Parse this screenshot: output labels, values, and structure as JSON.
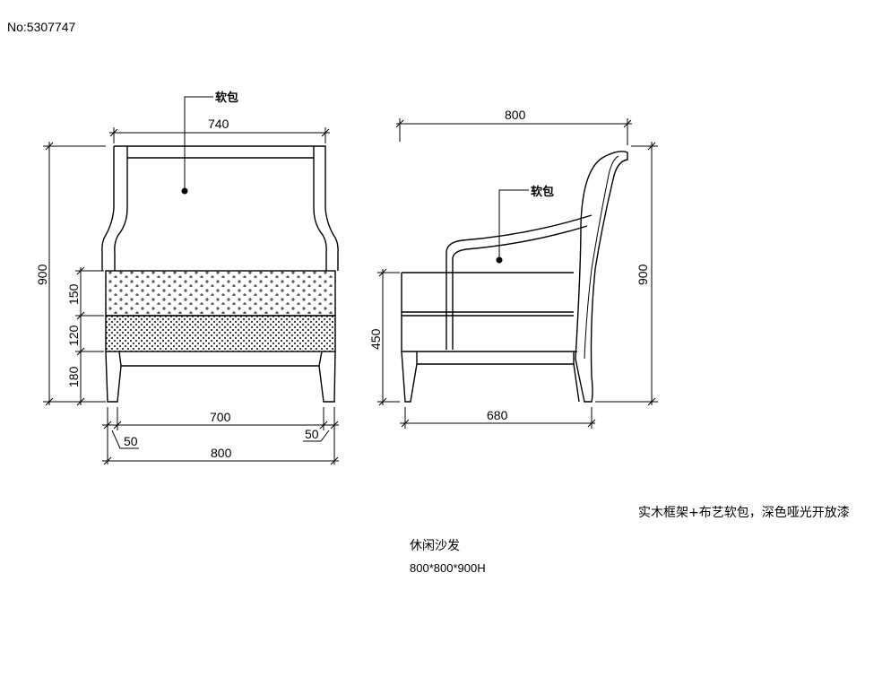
{
  "header": {
    "drawing_id": "No:5307747"
  },
  "front_view": {
    "label": "软包",
    "dims": {
      "top_width": "740",
      "overall_height": "900",
      "cushion_upper": "150",
      "cushion_lower": "120",
      "leg_height": "180",
      "inner_width": "700",
      "leg_left": "50",
      "leg_right": "50",
      "overall_width": "800"
    }
  },
  "side_view": {
    "label": "软包",
    "dims": {
      "overall_depth": "800",
      "overall_height": "900",
      "seat_height": "450",
      "base_depth": "680"
    }
  },
  "notes": {
    "material": "实木框架+布艺软包，深色哑光开放漆",
    "product_name": "休闲沙发",
    "product_size": "800*800*900H"
  }
}
